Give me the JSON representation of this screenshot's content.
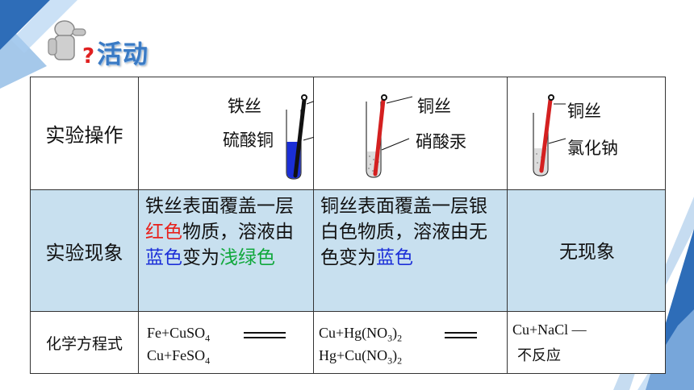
{
  "header": {
    "title": "活动",
    "accent_color": "#3a7ac4",
    "mascot_icon": "thinking-figure-with-question-mark-icon"
  },
  "table": {
    "rows": {
      "operation": "实验操作",
      "phenomenon": "实验现象",
      "equation": "化学方程式"
    },
    "experiments": [
      {
        "wire_label": "铁丝",
        "solution_label": "硫酸铜",
        "solution_color": "#1a2ed6",
        "wire_color": "#111111",
        "phenomenon": {
          "p1": "铁丝表面覆盖一层",
          "p2": "红色",
          "p3": "物质，溶液由",
          "p4": "蓝色",
          "p5": "变为",
          "p6": "浅绿色"
        },
        "equation": {
          "left_a": "Fe+CuSO",
          "left_sub": "4",
          "right_a": "Cu+FeSO",
          "right_sub": "4"
        }
      },
      {
        "wire_label": "铜丝",
        "solution_label": "硝酸汞",
        "solution_color": "#dcdcdc",
        "wire_color": "#d42020",
        "phenomenon": {
          "p1": "铜丝表面覆盖一层银白色物质，溶液由无色变为",
          "p2": "蓝色"
        },
        "equation": {
          "left_a": "Cu+Hg(NO",
          "left_sub": "3",
          "left_b": ")",
          "left_sub2": "2",
          "right_a": "Hg+Cu(NO",
          "right_sub": "3",
          "right_b": ")",
          "right_sub2": "2"
        }
      },
      {
        "wire_label": "铜丝",
        "solution_label": "氯化钠",
        "solution_color": "#dcdcdc",
        "wire_color": "#d42020",
        "phenomenon": {
          "p1": "无现象"
        },
        "equation": {
          "line1": "Cu+NaCl —",
          "line2": "不反应"
        }
      }
    ]
  }
}
